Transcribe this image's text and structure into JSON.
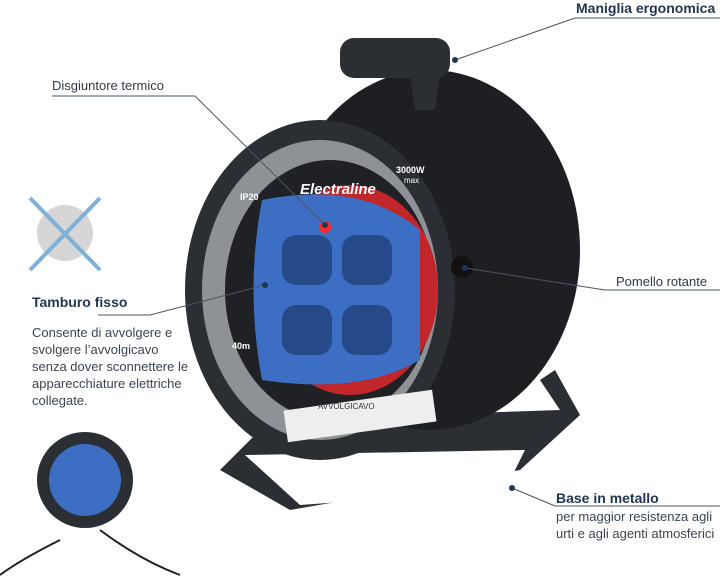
{
  "callouts": {
    "handle": {
      "title": "Maniglia ergonomica"
    },
    "breaker": {
      "title": "Disgiuntore termico"
    },
    "knob": {
      "title": "Pomello rotante"
    },
    "drum": {
      "title": "Tamburo fisso",
      "description": [
        "Consente di avvolgere e",
        "svolgere l’avvolgicavo",
        "senza dover sconnettere le",
        "apparecchiature elettriche",
        "collegate."
      ]
    },
    "base": {
      "title": "Base in metallo",
      "description": [
        "per maggior resistenza agli",
        "urti e agli agenti atmosferici"
      ]
    }
  },
  "product": {
    "brand": "Electraline",
    "ip_rating": "IP20",
    "power": "3000W",
    "power_unit": "max",
    "length": "40m",
    "label": "AVVOLGICAVO"
  },
  "colors": {
    "text": "#1f3550",
    "reel": "#2a2d31",
    "socket_panel": "#3c6fc4",
    "ring": "#c0262a"
  }
}
